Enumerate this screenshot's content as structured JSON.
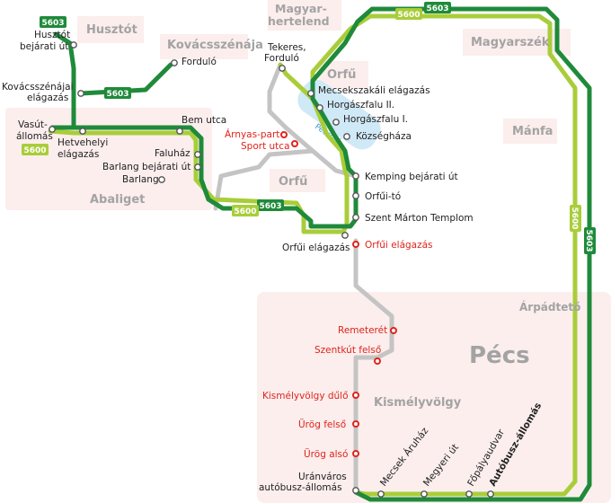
{
  "colors": {
    "dark_green": "#1f8a3a",
    "light_green": "#a9cd3a",
    "grey_route": "#c4c4c4",
    "area_fill": "#fbeeed",
    "red_stop": "#e0241b",
    "stop_fill": "#ffffff"
  },
  "lines": [
    {
      "number": "5603",
      "color": "dark_green"
    },
    {
      "number": "5600",
      "color": "light_green"
    }
  ],
  "areas": [
    {
      "name": "Husztót"
    },
    {
      "name": "Kovácsszénája"
    },
    {
      "name": "Magyar-"
    },
    {
      "name": "hertelend"
    },
    {
      "name": "Magyarszék"
    },
    {
      "name": "Orfű"
    },
    {
      "name": "Orfű"
    },
    {
      "name": "Mánfa"
    },
    {
      "name": "Abaliget"
    },
    {
      "name": "Árpádtető"
    },
    {
      "name": "Pécs"
    },
    {
      "name": "Kismélyvölgy"
    }
  ],
  "lake": {
    "name": "Pécsi-tó"
  },
  "stops": [
    {
      "name": "Husztót"
    },
    {
      "name": "bejárati út"
    },
    {
      "name": "Forduló"
    },
    {
      "name": "Kovácsszénájai"
    },
    {
      "name": "elágazás"
    },
    {
      "name": "Vasút-"
    },
    {
      "name": "állomás"
    },
    {
      "name": "Hetvehelyi"
    },
    {
      "name": "elágazás"
    },
    {
      "name": "Bem utca"
    },
    {
      "name": "Faluház"
    },
    {
      "name": "Barlang bejárati út"
    },
    {
      "name": "Barlang"
    },
    {
      "name": "Tekeres,"
    },
    {
      "name": "Forduló"
    },
    {
      "name": "Mecsekszakáli elágazás"
    },
    {
      "name": "Horgászfalu II."
    },
    {
      "name": "Horgászfalu I."
    },
    {
      "name": "Községháza"
    },
    {
      "name": "Kemping bejárati út"
    },
    {
      "name": "Orfűi-tó"
    },
    {
      "name": "Szent Márton Templom"
    },
    {
      "name": "Orfűi elágazás"
    },
    {
      "name": "Uránváros"
    },
    {
      "name": "autóbusz-állomás"
    }
  ],
  "red_stops": [
    {
      "name": "Árnyas-part"
    },
    {
      "name": "Sport utca"
    },
    {
      "name": "Orfűi elágazás"
    },
    {
      "name": "Remeterét"
    },
    {
      "name": "Szentkút felső"
    },
    {
      "name": "Kismélyvölgy dűlő"
    },
    {
      "name": "Ürög felső"
    },
    {
      "name": "Ürög alsó"
    }
  ],
  "rotated_stops": [
    {
      "name": "Mecsek Áruház"
    },
    {
      "name": "Megyeri út"
    },
    {
      "name": "Főpályaudvar"
    },
    {
      "name": "Autóbusz-állomás"
    }
  ]
}
